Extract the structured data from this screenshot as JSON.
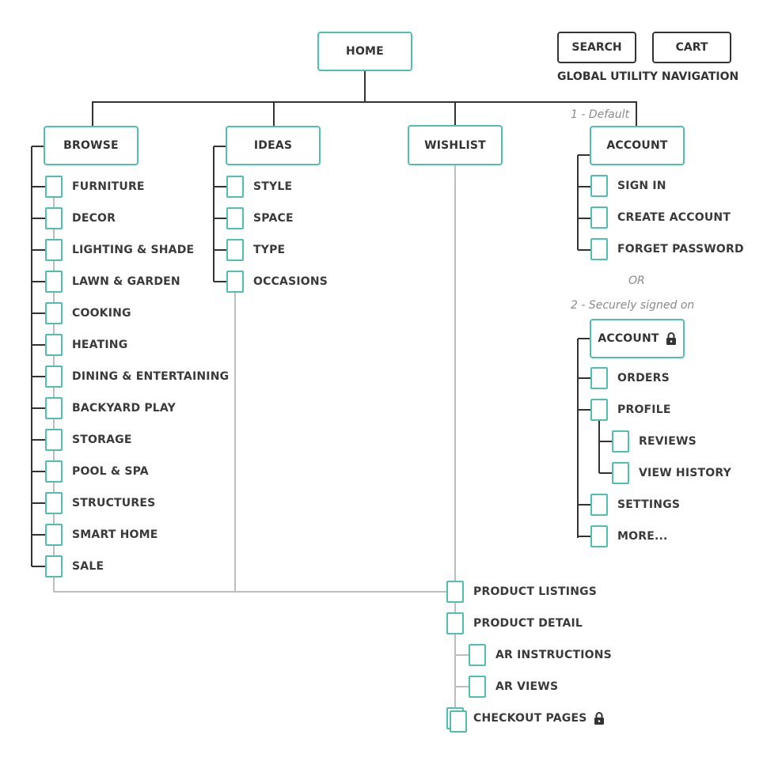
{
  "home": "HOME",
  "utility": {
    "search": "SEARCH",
    "cart": "CART",
    "caption": "GLOBAL UTILITY NAVIGATION"
  },
  "browse": {
    "title": "BROWSE",
    "items": [
      "FURNITURE",
      "DECOR",
      "LIGHTING & SHADE",
      "LAWN & GARDEN",
      "COOKING",
      "HEATING",
      "DINING & ENTERTAINING",
      "BACKYARD PLAY",
      "STORAGE",
      "POOL & SPA",
      "STRUCTURES",
      "SMART HOME",
      "SALE"
    ]
  },
  "ideas": {
    "title": "IDEAS",
    "items": [
      "STYLE",
      "SPACE",
      "TYPE",
      "OCCASIONS"
    ]
  },
  "wishlist": {
    "title": "WISHLIST"
  },
  "account": {
    "default_note": "1 - Default",
    "title": "ACCOUNT",
    "items": [
      "SIGN IN",
      "CREATE ACCOUNT",
      "FORGET PASSWORD"
    ],
    "or": "OR",
    "signed_note": "2 - Securely signed on",
    "secure_title": "ACCOUNT",
    "secure_items": [
      "ORDERS",
      "PROFILE",
      "SETTINGS",
      "MORE..."
    ],
    "profile_items": [
      "REVIEWS",
      "VIEW HISTORY"
    ]
  },
  "product": {
    "listings": "PRODUCT LISTINGS",
    "detail": "PRODUCT DETAIL",
    "ar_instructions": "AR INSTRUCTIONS",
    "ar_views": "AR VIEWS",
    "checkout": "CHECKOUT PAGES"
  },
  "colors": {
    "teal": "#4fbfb0",
    "dark_line": "#333333",
    "gray_line": "#bbbbbb"
  }
}
